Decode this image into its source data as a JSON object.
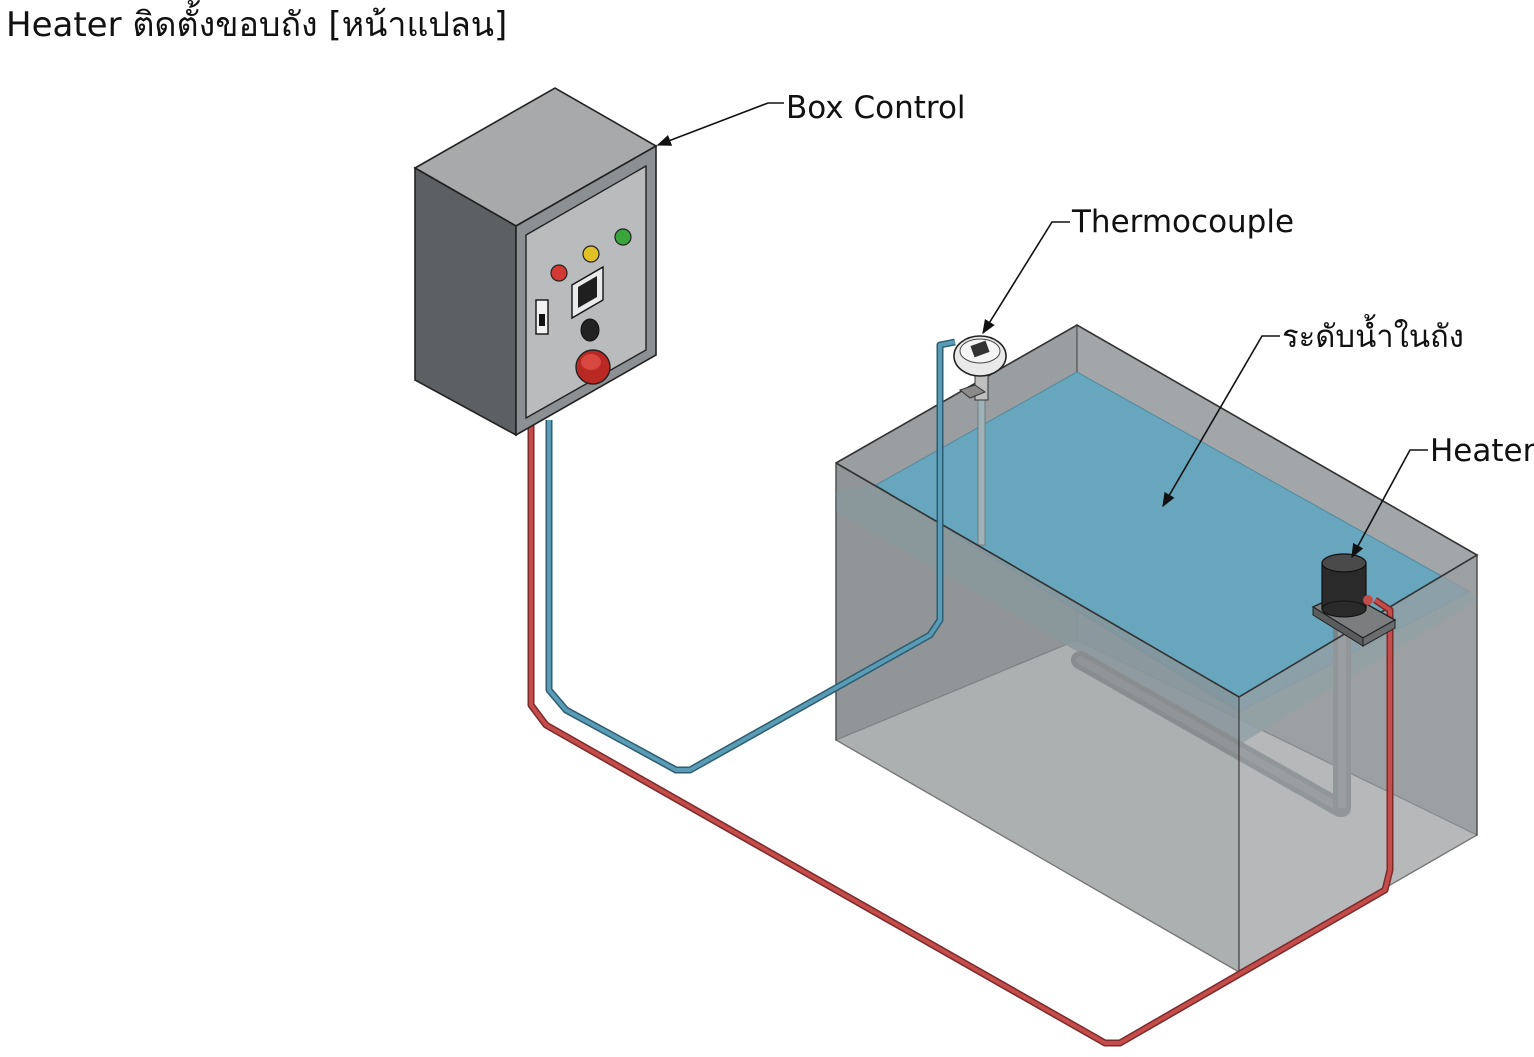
{
  "title": "Heater ติดตั้งขอบถัง [หน้าแปลน]",
  "labels": {
    "box_control": "Box Control",
    "thermocouple": "Thermocouple",
    "water_level": "ระดับน้ำในถัง",
    "heater": "Heater"
  },
  "colors": {
    "red_wire": "#b8403f",
    "blue_wire": "#4b8aa8",
    "water_top": "#6aa9c0",
    "tank_glass": "#9aa0a3",
    "control_box": "#8c8f92"
  }
}
